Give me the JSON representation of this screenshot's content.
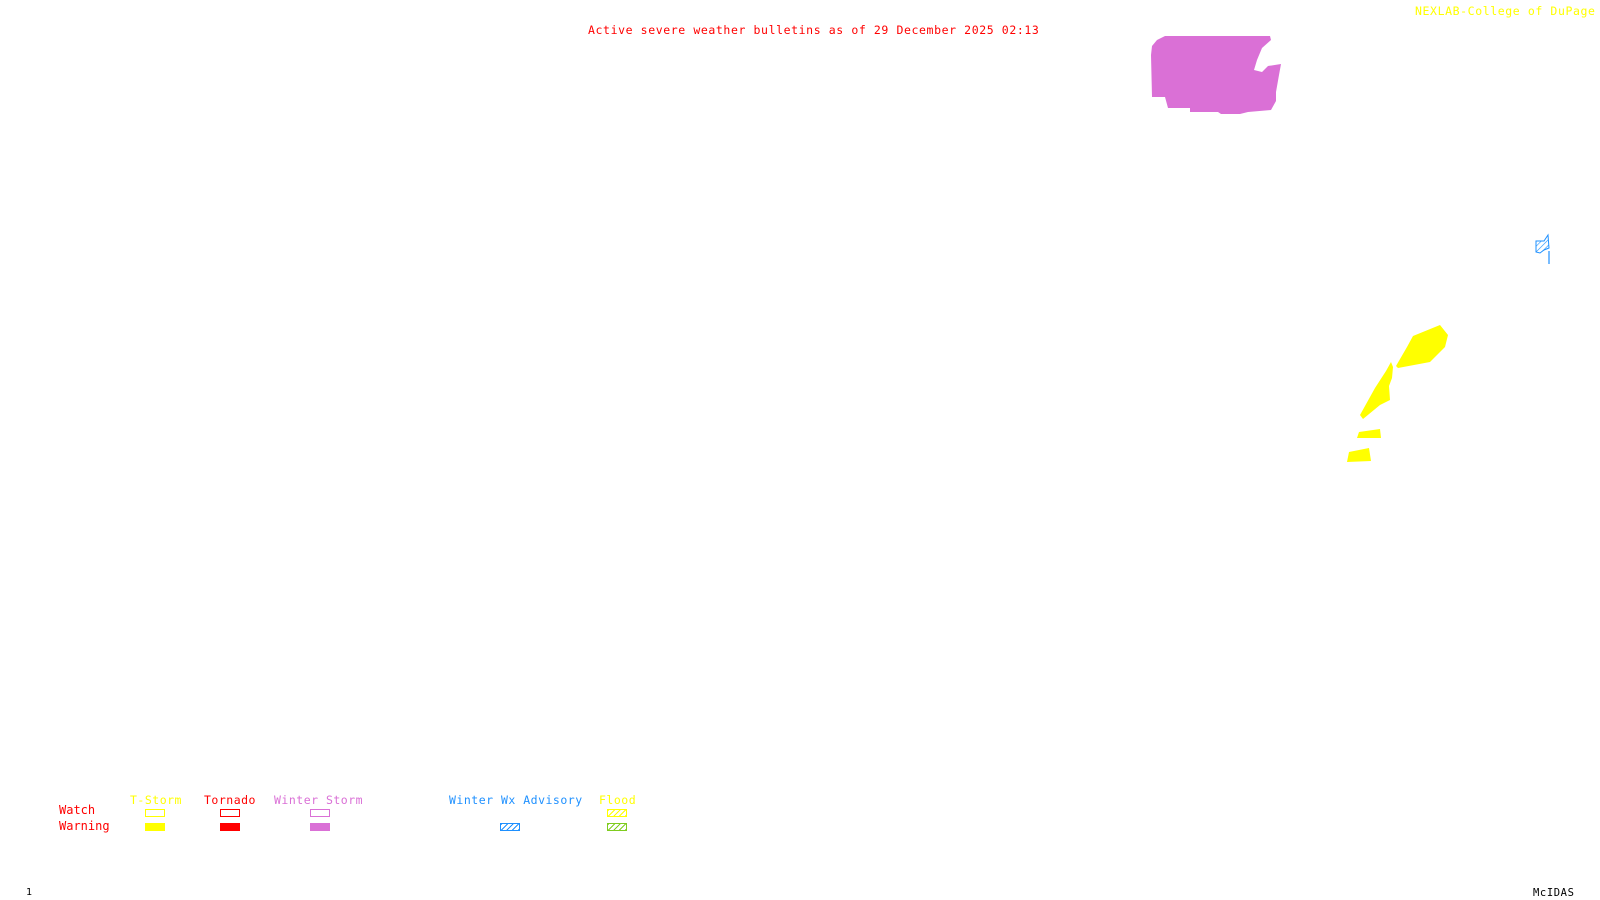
{
  "header": {
    "title": "Active severe weather bulletins as of 29 December 2025 02:13",
    "credit": "NEXLAB-College of DuPage",
    "credit_icon": "arrow-corner-icon"
  },
  "footer": {
    "frame_number": "1",
    "app_name": "McIDAS"
  },
  "colors": {
    "title": "#ff0000",
    "credit": "#ffff00",
    "tstorm": "#ffff00",
    "tornado": "#ff0000",
    "winter_storm": "#da70d6",
    "winter_wx_advisory": "#1e90ff",
    "flood_watch": "#ffff00",
    "flood_warning": "#7fcc1f"
  },
  "legend": {
    "row_labels": {
      "watch": "Watch",
      "warning": "Warning"
    },
    "categories": [
      {
        "key": "tstorm",
        "label": "T-Storm",
        "has_watch": true,
        "has_warning": true
      },
      {
        "key": "tornado",
        "label": "Tornado",
        "has_watch": true,
        "has_warning": true
      },
      {
        "key": "winter_storm",
        "label": "Winter Storm",
        "has_watch": true,
        "has_warning": true
      },
      {
        "key": "winter_wx_advisory",
        "label": "Winter Wx Advisory",
        "has_watch": false,
        "has_warning": true
      },
      {
        "key": "flood",
        "label": "Flood",
        "has_watch": true,
        "has_warning": true
      }
    ]
  },
  "map": {
    "bulletin_areas": [
      {
        "type": "winter_storm_warning",
        "region": "northern area (purple)"
      },
      {
        "type": "tstorm_warning",
        "region": "eastern strip (yellow)",
        "parts": 4
      },
      {
        "type": "winter_wx_advisory",
        "region": "far east (blue hatched)"
      }
    ]
  }
}
